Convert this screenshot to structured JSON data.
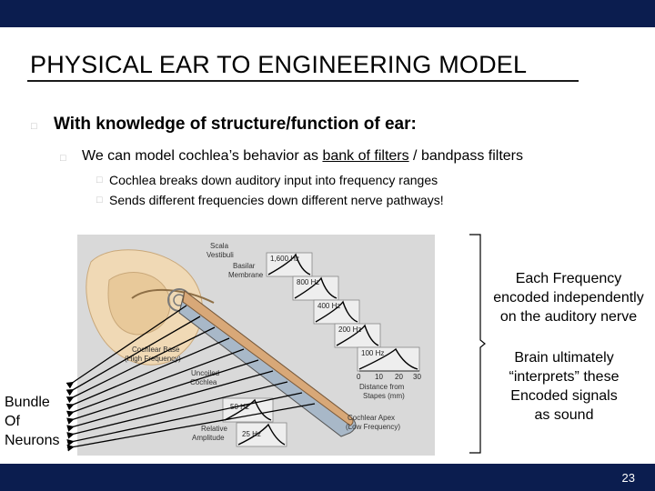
{
  "slide": {
    "title": "PHYSICAL EAR TO ENGINEERING MODEL",
    "page_number": "23"
  },
  "bullets": {
    "level1": "With knowledge of structure/function of ear:",
    "level2_pre": "We can model cochlea’s behavior as ",
    "level2_link": "bank of filters",
    "level2_post": " / bandpass filters",
    "level3": [
      "Cochlea breaks down auditory input into frequency ranges",
      "Sends different frequencies down different nerve pathways!"
    ]
  },
  "diagram": {
    "labels": {
      "scala_vestibuli_1": "Scala",
      "scala_vestibuli_2": "Vestibuli",
      "basilar_1": "Basilar",
      "basilar_2": "Membrane",
      "cochlear_base_1": "Cochlear Base",
      "cochlear_base_2": "(High Frequency)",
      "uncoiled_1": "Uncoiled",
      "uncoiled_2": "Cochlea",
      "relative_1": "Relative",
      "relative_2": "Amplitude",
      "apex_1": "Cochlear Apex",
      "apex_2": "(Low Frequency)",
      "distance_1": "Distance from",
      "distance_2": "Stapes (mm)"
    },
    "frequencies": [
      "1,600 Hz",
      "800 Hz",
      "400 Hz",
      "200 Hz",
      "100 Hz",
      "50 Hz",
      "25 Hz"
    ],
    "axis_ticks": [
      "0",
      "10",
      "20",
      "30"
    ]
  },
  "right_notes": {
    "note1": [
      "Each Frequency",
      "encoded independently",
      "on the auditory nerve"
    ],
    "note2": [
      "Brain ultimately",
      "“interprets” these",
      "Encoded signals",
      "as sound"
    ]
  },
  "bundle": [
    "Bundle",
    "Of",
    "Neurons"
  ]
}
